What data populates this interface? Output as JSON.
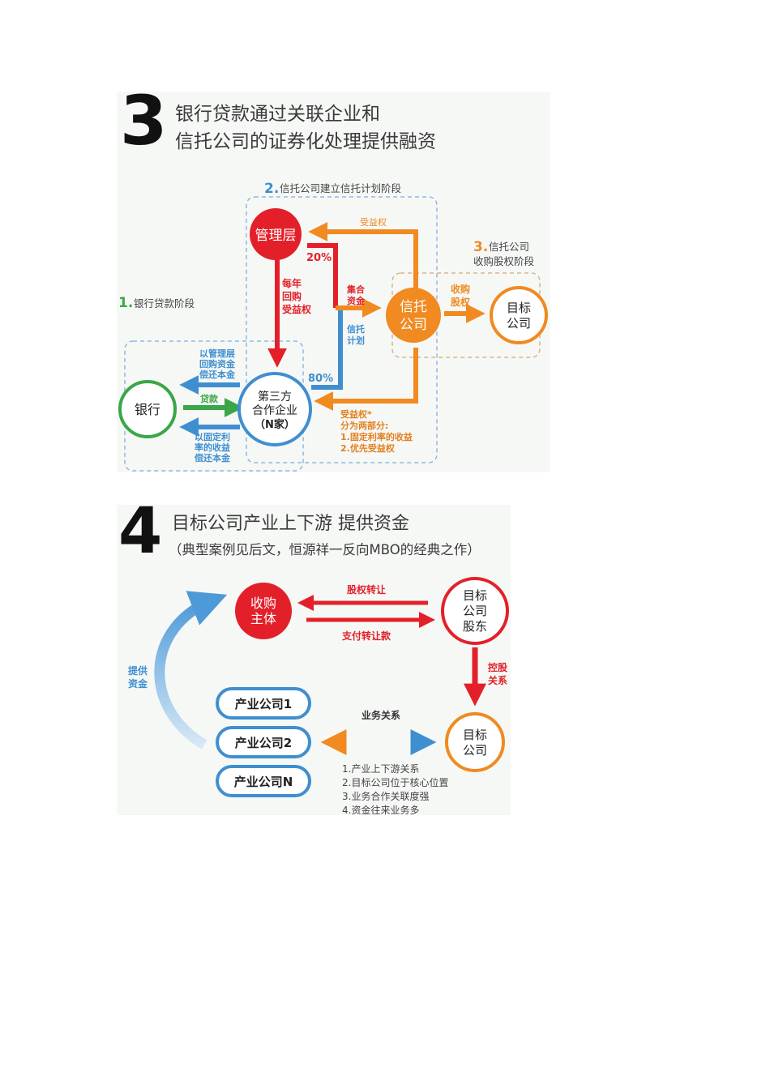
{
  "panel3": {
    "number": "3",
    "title_line1": "银行贷款通过关联企业和",
    "title_line2": "信托公司的证券化处理提供融资",
    "stage1": {
      "num": "1.",
      "label": "银行贷款阶段"
    },
    "stage2": {
      "num": "2.",
      "label": "信托公司建立信托计划阶段"
    },
    "stage3": {
      "num": "3.",
      "line1": "信托公司",
      "line2": "收购股权阶段"
    },
    "nodes": {
      "management": "管理层",
      "trust_line1": "信托",
      "trust_line2": "公司",
      "target_line1": "目标",
      "target_line2": "公司",
      "bank": "银行",
      "third_line1": "第三方",
      "third_line2": "合作企业",
      "third_line3": "（N家）"
    },
    "labels": {
      "beneficial_top": "受益权",
      "pct20": "20%",
      "pct80": "80%",
      "annual_buyback": [
        "每年",
        "回购",
        "受益权"
      ],
      "pooled_funds": [
        "集合",
        "资金"
      ],
      "trust_plan": [
        "信托",
        "计划"
      ],
      "acquire_equity": [
        "收购",
        "股权"
      ],
      "repay_mgmt": [
        "以管理层",
        "回购资金",
        "偿还本金"
      ],
      "loan": "贷款",
      "repay_fixed": [
        "以固定利",
        "率的收益",
        "偿还本金"
      ],
      "beneficial_split": [
        "受益权*",
        "分为两部分:",
        "1.固定利率的收益",
        "2.优先受益权"
      ]
    }
  },
  "panel4": {
    "number": "4",
    "title_line1": "目标公司产业上下游 提供资金",
    "title_line2": "（典型案例见后文，恒源祥一反向MBO的经典之作）",
    "nodes": {
      "acquirer_line1": "收购",
      "acquirer_line2": "主体",
      "shareholder_line1": "目标",
      "shareholder_line2": "公司",
      "shareholder_line3": "股东",
      "target_line1": "目标",
      "target_line2": "公司"
    },
    "labels": {
      "equity_transfer": "股权转让",
      "pay_transfer": "支付转让款",
      "control": [
        "控股",
        "关系"
      ],
      "provide_funds": [
        "提供",
        "资金"
      ],
      "business_relation": "业务关系",
      "points": [
        "1.产业上下游关系",
        "2.目标公司位于核心位置",
        "3.业务合作关联度强",
        "4.资金往来业务多"
      ]
    },
    "industry_companies": [
      "产业公司1",
      "产业公司2",
      "产业公司N"
    ]
  },
  "colors": {
    "red": "#e3202a",
    "orange": "#f08a21",
    "blue": "#3f8fd0",
    "green": "#3aa64a",
    "dashed": "#8fb7e0"
  }
}
